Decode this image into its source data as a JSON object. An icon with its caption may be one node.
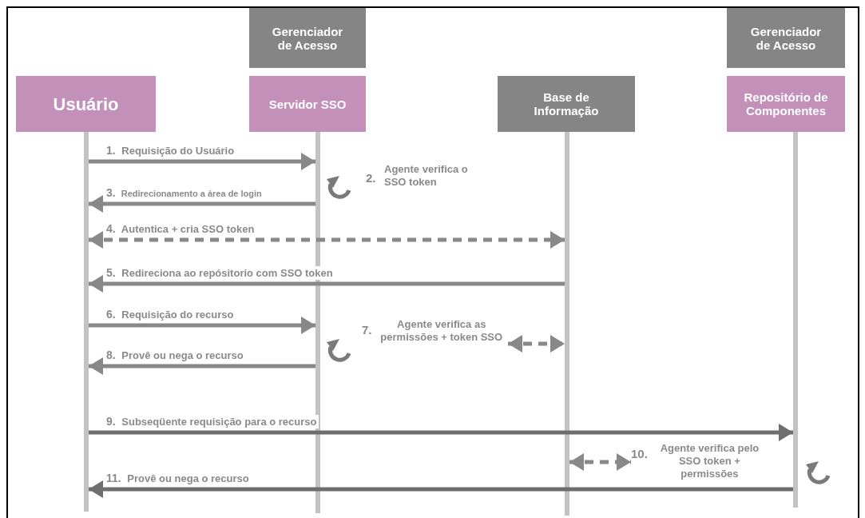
{
  "diagram": {
    "nodes": [
      {
        "text": [
          "Gerenciador de Acesso"
        ]
      },
      {
        "text": [
          "Gerenciador de Acesso"
        ]
      },
      {
        "text": [
          "Usuário"
        ]
      },
      {
        "text": [
          "Servidor SSO"
        ]
      },
      {
        "text": [
          "Base de Informação"
        ]
      },
      {
        "text": [
          "Repositório de Componentes"
        ]
      },
      {
        "text": [],
        "shape": "bar"
      },
      {
        "text": [],
        "shape": "bar"
      },
      {
        "text": [],
        "shape": "bar"
      },
      {
        "text": [],
        "shape": "bar"
      },
      {
        "text": [
          "7.",
          "Agente verifica as permissões + token SSO"
        ]
      },
      {
        "text": [
          "10.",
          "Agente verifica pelo SSO token + permissões"
        ]
      }
    ],
    "edges": [
      {
        "from": 6,
        "to": 7,
        "arrow": "to",
        "label": "**1.** Requisição do Usuário"
      },
      {
        "from": 7,
        "to": 6,
        "arrow": "to",
        "label": "**3.** Redirecionamento a área de login"
      },
      {
        "from": 6,
        "to": 8,
        "arrow": "both",
        "style": "dashed",
        "label": "**4.** Autentica + cria SSO token"
      },
      {
        "from": 8,
        "to": 6,
        "arrow": "to",
        "label": "**5.** Redireciona ao repósitorio com SSO token"
      },
      {
        "from": 6,
        "to": 7,
        "arrow": "to",
        "label": "**6.** Requisição do recurso"
      },
      {
        "from": 7,
        "to": 6,
        "arrow": "to",
        "label": "**8.** Provê ou nega o recurso"
      },
      {
        "from": 10,
        "to": 8,
        "arrow": "both",
        "style": "dashed"
      },
      {
        "from": 6,
        "to": 9,
        "arrow": "to",
        "color": "#6e6e6e",
        "label": "**9.** Subseqüente requisição para o recurso"
      },
      {
        "from": 8,
        "to": 11,
        "arrow": "both",
        "style": "dashed"
      },
      {
        "from": 9,
        "to": 6,
        "arrow": "to",
        "color": "#6e6e6e",
        "label": "**11.** Provê ou nega o recurso"
      }
    ],
    "labels": [
      "2.",
      "Agente verifica o SSO token"
    ]
  }
}
